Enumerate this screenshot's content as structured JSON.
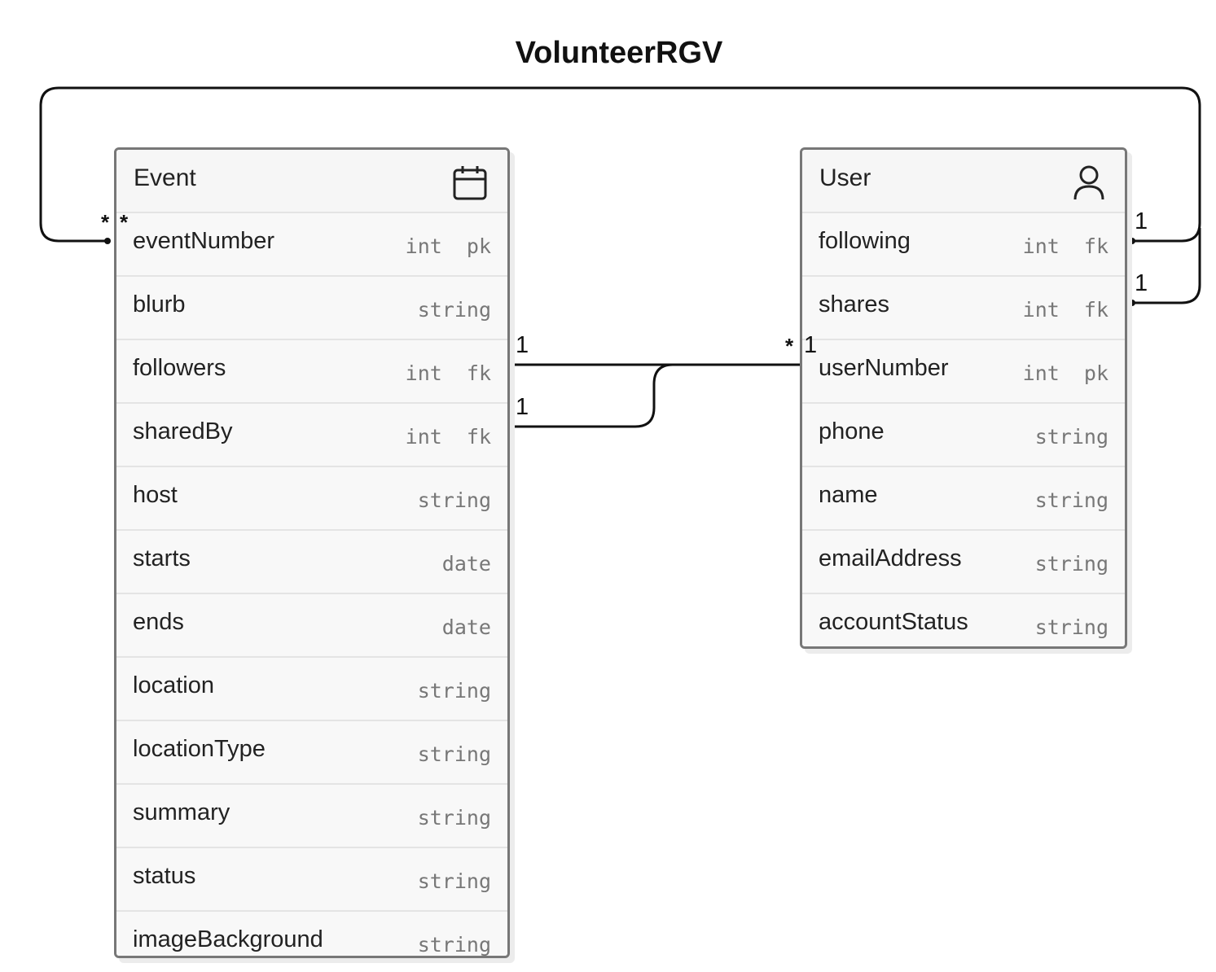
{
  "title": "VolunteerRGV",
  "entities": {
    "event": {
      "name": "Event",
      "icon": "calendar-icon",
      "fields": [
        {
          "name": "eventNumber",
          "type": "int  pk"
        },
        {
          "name": "blurb",
          "type": "string"
        },
        {
          "name": "followers",
          "type": "int  fk"
        },
        {
          "name": "sharedBy",
          "type": "int  fk"
        },
        {
          "name": "host",
          "type": "string"
        },
        {
          "name": "starts",
          "type": "date"
        },
        {
          "name": "ends",
          "type": "date"
        },
        {
          "name": "location",
          "type": "string"
        },
        {
          "name": "locationType",
          "type": "string"
        },
        {
          "name": "summary",
          "type": "string"
        },
        {
          "name": "status",
          "type": "string"
        },
        {
          "name": "imageBackground",
          "type": "string"
        }
      ]
    },
    "user": {
      "name": "User",
      "icon": "user-icon",
      "fields": [
        {
          "name": "following",
          "type": "int  fk"
        },
        {
          "name": "shares",
          "type": "int  fk"
        },
        {
          "name": "userNumber",
          "type": "int  pk"
        },
        {
          "name": "phone",
          "type": "string"
        },
        {
          "name": "name",
          "type": "string"
        },
        {
          "name": "emailAddress",
          "type": "string"
        },
        {
          "name": "accountStatus",
          "type": "string"
        }
      ]
    }
  },
  "relationships": {
    "many": "*",
    "one": "1"
  }
}
